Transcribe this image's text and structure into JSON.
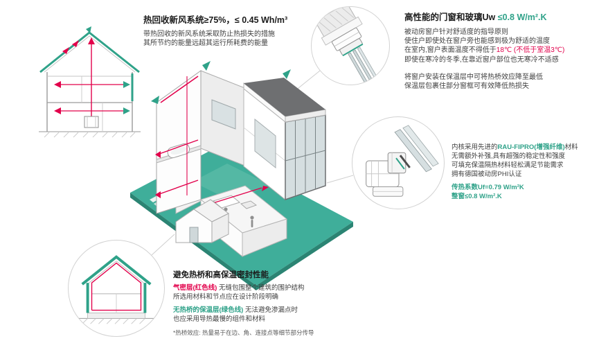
{
  "colors": {
    "teal": "#2fa289",
    "red": "#e2004b",
    "ground": "#3fae9a",
    "line_gray": "#9a9a9a"
  },
  "blocks": {
    "hrv": {
      "title": "热回收新风系统≥75%，≤ 0.45 Wh/m³",
      "body1": "带热回收的新风系统采取防止热损失的措施",
      "body2": "其所节约的能量远超其运行所耗费的能量"
    },
    "windows": {
      "title_main": "高性能的门窗和玻璃Uw ",
      "title_value": "≤0.8 W/m².K",
      "p1": "被动房窗户针对舒适度的指导原则",
      "p2": "使住户即使处在窗户旁也能感到极为舒适的温度",
      "p3_pre": "在室内,窗户表面温度不得低于",
      "p3_red": "18℃ (不低于室温3℃)",
      "p4": "即使在寒冷的冬季,在靠近窗户部位也无寒冷不适感",
      "p5": "将窗户安装在保温层中可将热桥效应降至最低",
      "p6": "保温层包裹住部分窗框可有效降低热损失"
    },
    "profile": {
      "p1_pre": "内核采用先进的",
      "p1_highlight": "RAU-FIPRO(增强纤维)",
      "p1_post": "材料",
      "p2": "无需额外补强,具有超强的稳定性和强度",
      "p3": "可填充保温隔热材料轻松满足节能需求",
      "p4": "拥有德国被动房PHI认证",
      "u1": "传热系数Uf=0.79 W/m²K",
      "u2": "整窗≤0.8 W/m².K"
    },
    "thermal": {
      "title": "避免热桥和高保温密封性能",
      "p1_red": "气密层(红色线)",
      "p1_rest": " 无缝包围整个建筑的围护结构",
      "p2": "所选用材料和节点应在设计阶段明确",
      "p3_teal": "无热桥的保温层(绿色线)",
      "p3_rest": " 无法避免渗漏点时",
      "p4": "也应采用导热最慢的组件和材料",
      "footnote": "*热桥效应: 热量易于在边、角、连接点等细节部分传导"
    }
  },
  "illustrations": {
    "hrv_section": "house-cross-section-with-ventilation",
    "main_house": "isometric-passive-house-cutaway",
    "window_detail": "window-installation-corner-detail",
    "window_profile": "window-frame-profile-cutaway",
    "thermal_house": "thermal-envelope-cross-section"
  }
}
